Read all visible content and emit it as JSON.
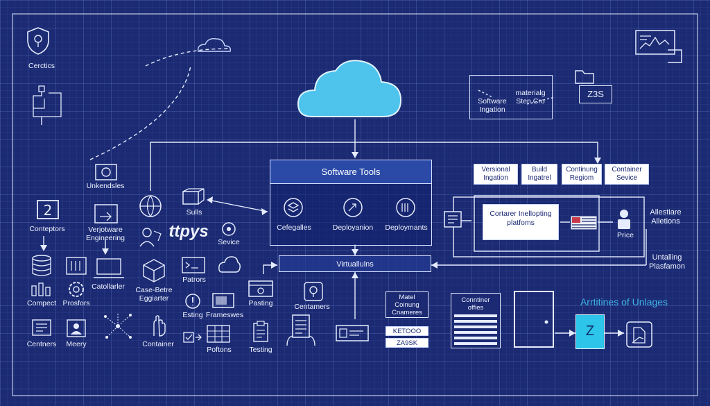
{
  "diagram": {
    "cloud_panel": {
      "title": "Software Tools"
    },
    "tools": [
      {
        "label": "Cefegalles"
      },
      {
        "label": "Deployanion"
      },
      {
        "label": "Deploymants"
      }
    ],
    "virtualization": "Virtuallulns",
    "top_right_boxes": [
      {
        "label": "Versional Ingation"
      },
      {
        "label": "Build Ingatrel"
      },
      {
        "label": "Continung Regiom"
      },
      {
        "label": "Container Sevice"
      }
    ],
    "container_platform": "Cortarer Inellopting platfoms",
    "right_labels": {
      "alternative": "Allestiare Alletions",
      "installing": "Untalling Plasfamon",
      "price": "Price",
      "artifacts": "Arrtitines of Unlages"
    },
    "legend": {
      "line1": "materialg Sten Cro",
      "line2": "Software Ingation"
    },
    "counter": "Z3S",
    "left_icons": [
      {
        "label": "Cerctics"
      },
      {
        "label": "Unkendsles"
      },
      {
        "label": "Conteptors"
      },
      {
        "label": "Verjotware Engineering"
      },
      {
        "label": "Sulls"
      },
      {
        "label": "Sevice"
      },
      {
        "label": "Compect"
      },
      {
        "label": "Prosfors"
      },
      {
        "label": "Catollarler"
      },
      {
        "label": "Case-Betre Eggiarter"
      },
      {
        "label": "Patrors"
      },
      {
        "label": "Esting"
      },
      {
        "label": "Frameswes"
      },
      {
        "label": "Pasting"
      },
      {
        "label": "Centamers"
      },
      {
        "label": "Centners"
      },
      {
        "label": "Meery"
      },
      {
        "label": "Container"
      },
      {
        "label": "Poftons"
      },
      {
        "label": "Testing"
      }
    ],
    "big_text": "ttpys",
    "mid_list": {
      "title": "Matel Coinung Cnameres",
      "rows": [
        "KETOOO",
        "ZA9SK"
      ]
    },
    "container_offices": "Conntiner offies",
    "z_label": "Z"
  }
}
